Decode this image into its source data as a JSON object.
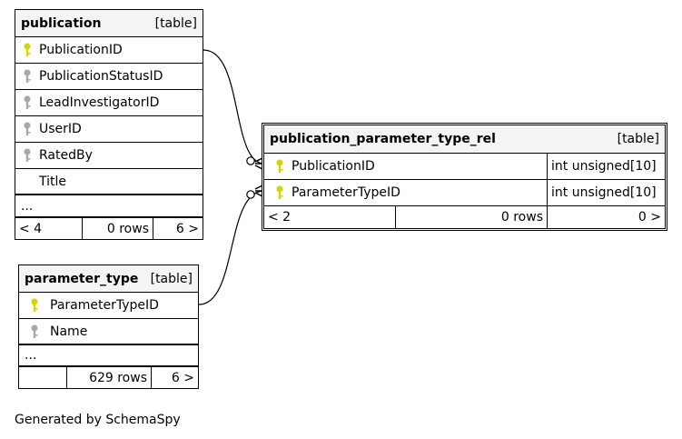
{
  "tables": {
    "publication": {
      "name": "publication",
      "tag": "[table]",
      "columns": [
        {
          "name": "PublicationID",
          "key": "primary"
        },
        {
          "name": "PublicationStatusID",
          "key": "foreign"
        },
        {
          "name": "LeadInvestigatorID",
          "key": "foreign"
        },
        {
          "name": "UserID",
          "key": "foreign"
        },
        {
          "name": "RatedBy",
          "key": "foreign"
        },
        {
          "name": "Title",
          "key": "none"
        }
      ],
      "ellipsis": "...",
      "footer": {
        "parents": "< 4",
        "rows": "0 rows",
        "children": "6 >"
      }
    },
    "parameter_type": {
      "name": "parameter_type",
      "tag": "[table]",
      "columns": [
        {
          "name": "ParameterTypeID",
          "key": "primary"
        },
        {
          "name": "Name",
          "key": "foreign"
        }
      ],
      "ellipsis": "...",
      "footer": {
        "parents": "",
        "rows": "629 rows",
        "children": "6 >"
      }
    },
    "publication_parameter_type_rel": {
      "name": "publication_parameter_type_rel",
      "tag": "[table]",
      "columns": [
        {
          "name": "PublicationID",
          "key": "primary",
          "type": "int unsigned[10]"
        },
        {
          "name": "ParameterTypeID",
          "key": "primary",
          "type": "int unsigned[10]"
        }
      ],
      "footer": {
        "parents": "< 2",
        "rows": "0 rows",
        "children": "0 >"
      }
    }
  },
  "colors": {
    "primary_key": "#d4d400",
    "foreign_key": "#a8a8a8"
  },
  "generated_by": "Generated by SchemaSpy"
}
